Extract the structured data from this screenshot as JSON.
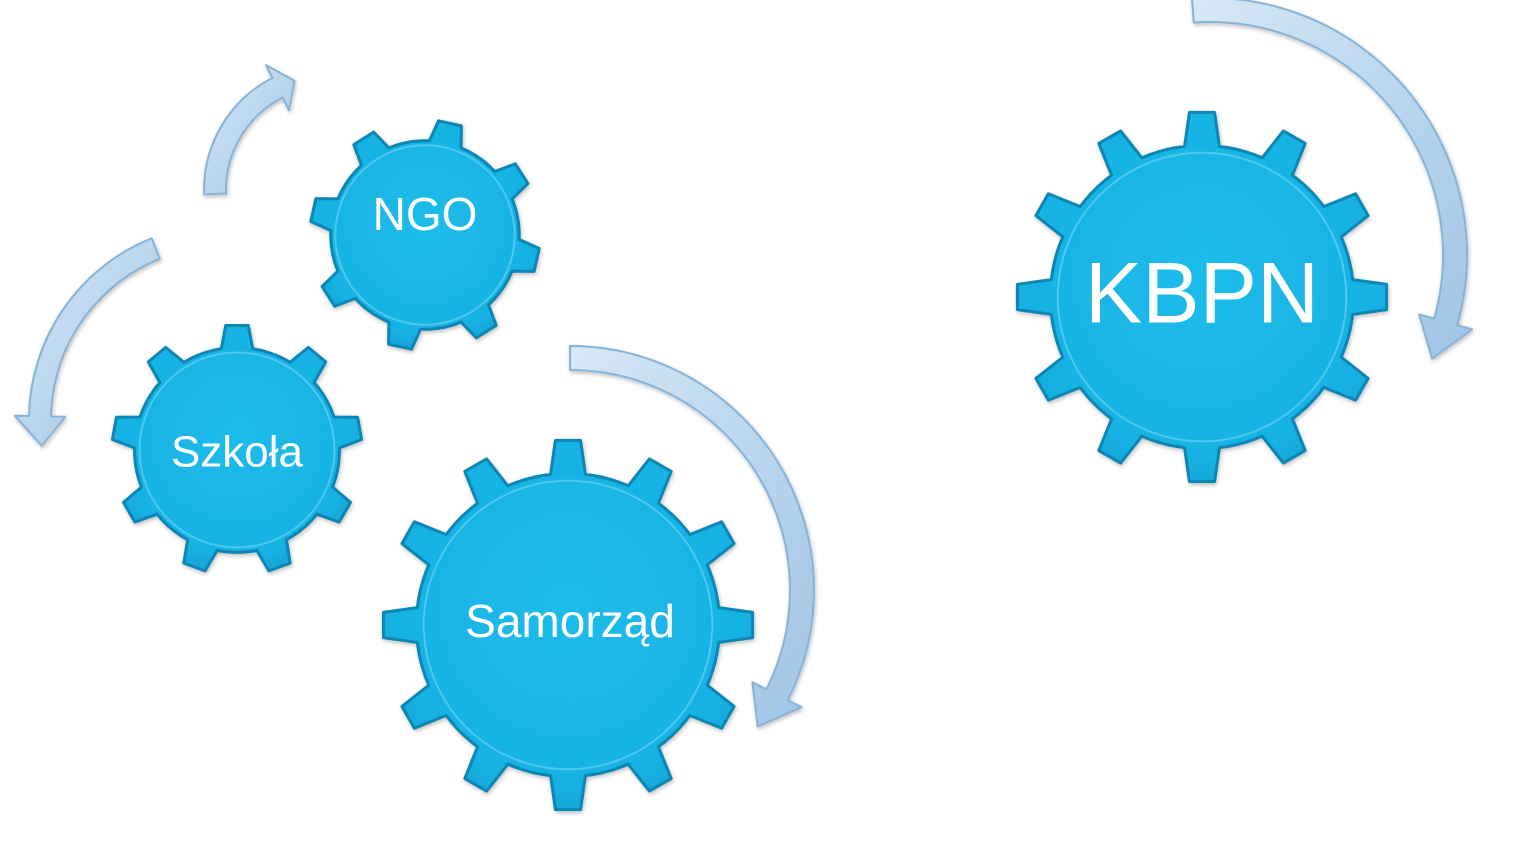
{
  "gears": [
    {
      "id": "ngo",
      "label": "NGO"
    },
    {
      "id": "szkola",
      "label": "Szkoła"
    },
    {
      "id": "samorzad",
      "label": "Samorząd"
    },
    {
      "id": "kbpn",
      "label": "KBPN"
    }
  ],
  "colors": {
    "gear_fill": "#1AB6E6",
    "gear_edge": "#0C86B4",
    "gear_highlight": "#8FE3FA",
    "arrow_fill": "#AFCFEA",
    "arrow_edge": "#86B3D9",
    "label": "#FFFFFF"
  }
}
